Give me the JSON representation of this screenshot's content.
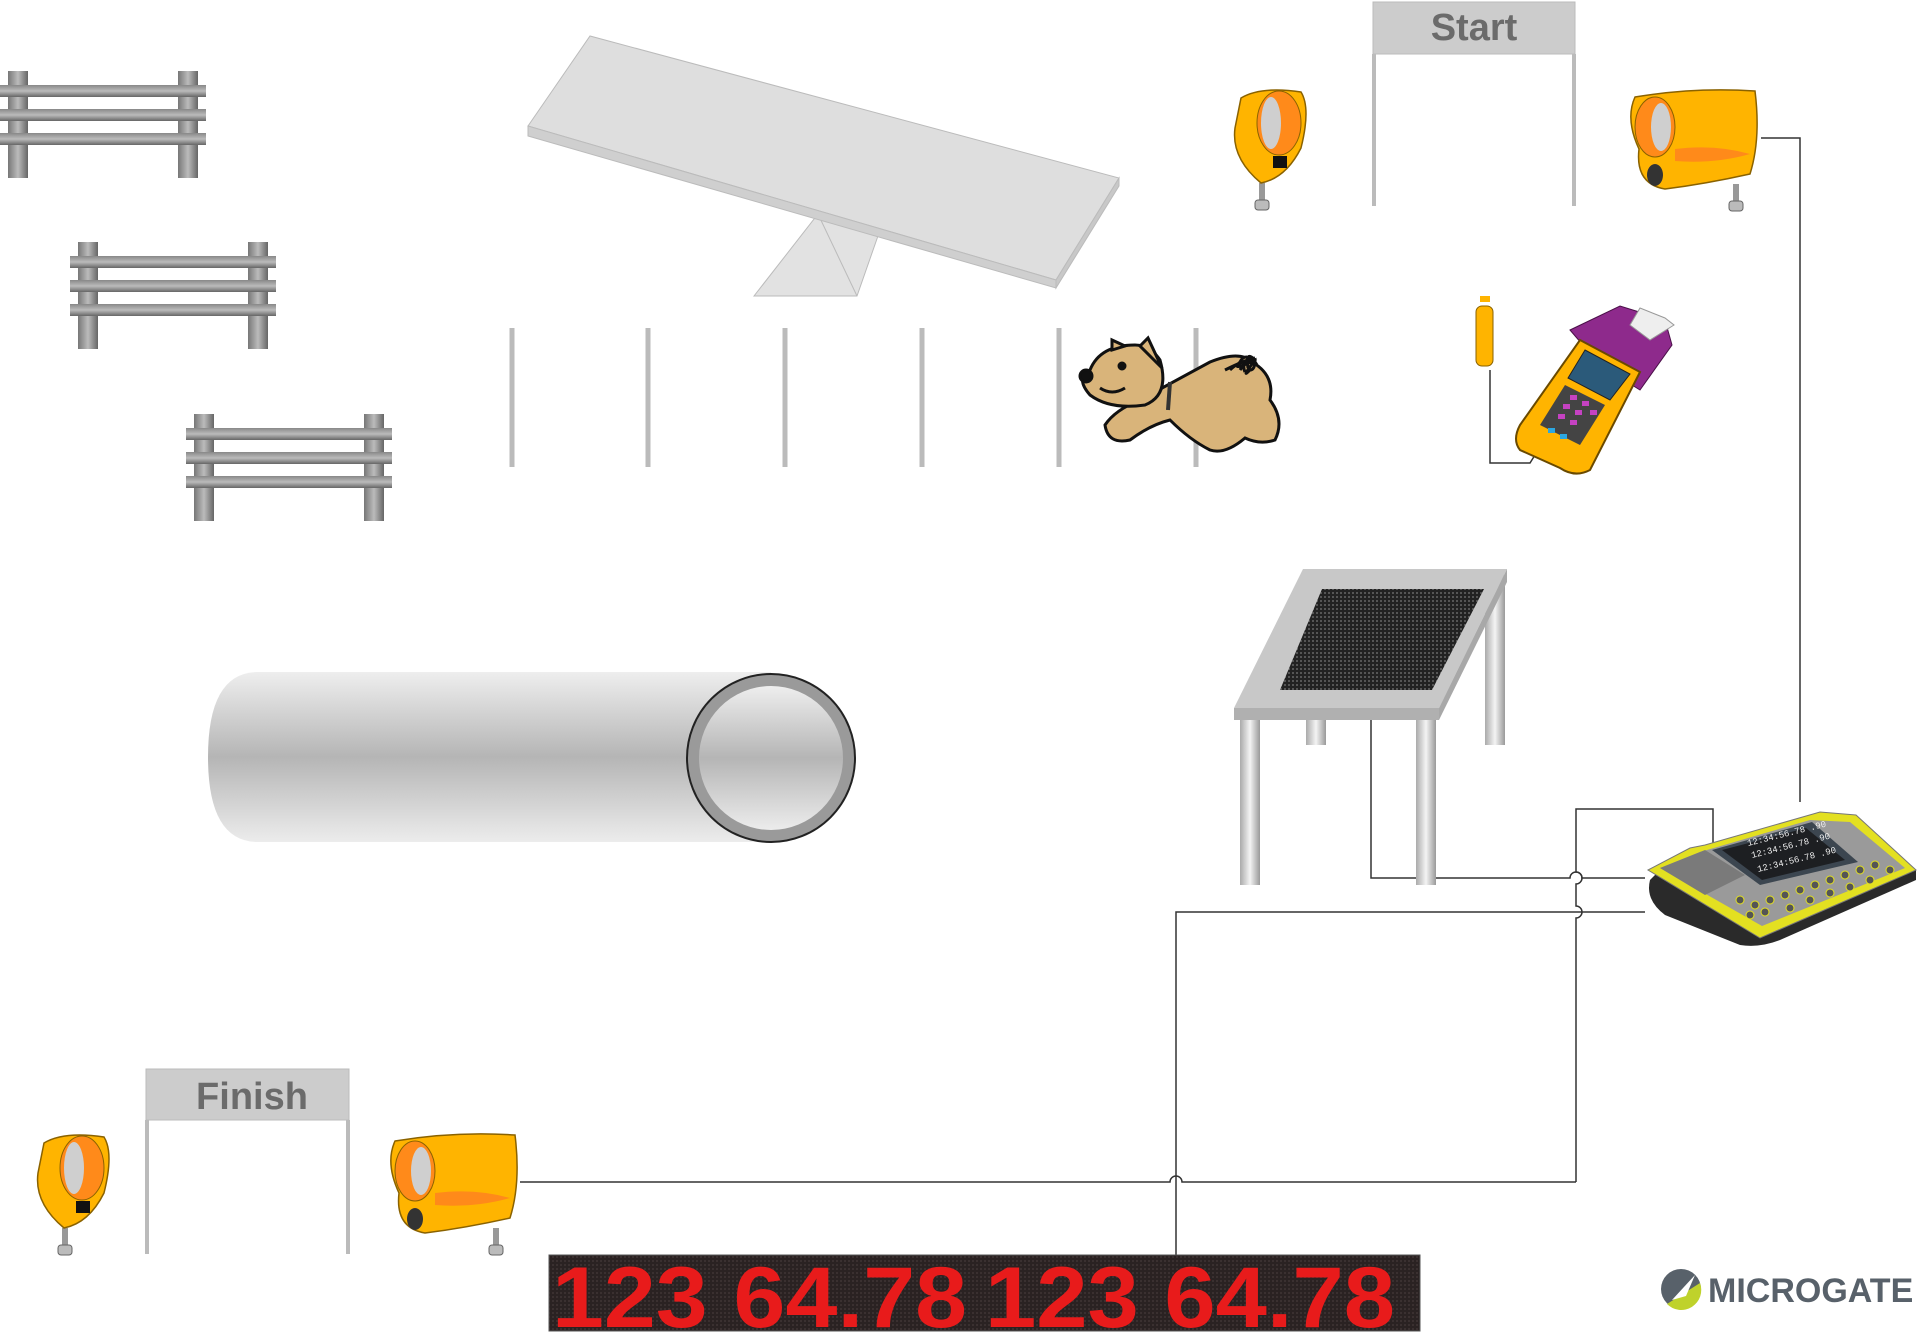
{
  "gates": {
    "start_label": "Start",
    "finish_label": "Finish"
  },
  "display": {
    "left_text": "123  64.78",
    "right_text": "123  64.78"
  },
  "chronometer": {
    "screen_lines": [
      "12:34:56.78 .90",
      "12:34:56.78 .90",
      "12:34:56.78 .90"
    ]
  },
  "logo": {
    "text": "MICROGATE"
  },
  "colors": {
    "photocell": "#ffb400",
    "lens": "#ff8a1a",
    "led": "#e81b1b",
    "chrono": "#e3e021",
    "wire": "#333333",
    "handheld_accent": "#8e2a8c"
  }
}
